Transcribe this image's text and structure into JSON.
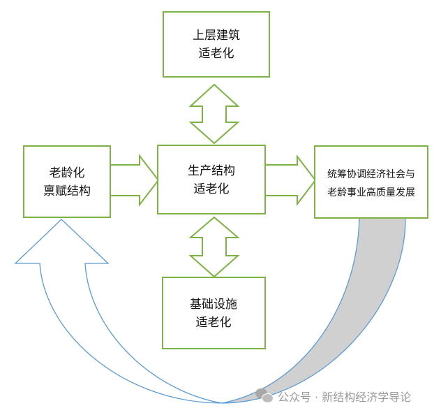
{
  "boxes": {
    "top_line1": "上层建筑",
    "top_line2": "适老化",
    "left_line1": "老龄化",
    "left_line2": "禀赋结构",
    "center_line1": "生产结构",
    "center_line2": "适老化",
    "right_line1": "统筹协调经济社会与",
    "right_line2": "老龄事业高质量发展",
    "bottom_line1": "基础设施",
    "bottom_line2": "适老化"
  },
  "watermark": {
    "icon": "wechat-icon",
    "text": "公众号 · 新结构经济学导论"
  },
  "colors": {
    "box_border": "#7cb342",
    "curve_outline": "#5b9bd5",
    "curve_fill": "#d0d0d0"
  }
}
